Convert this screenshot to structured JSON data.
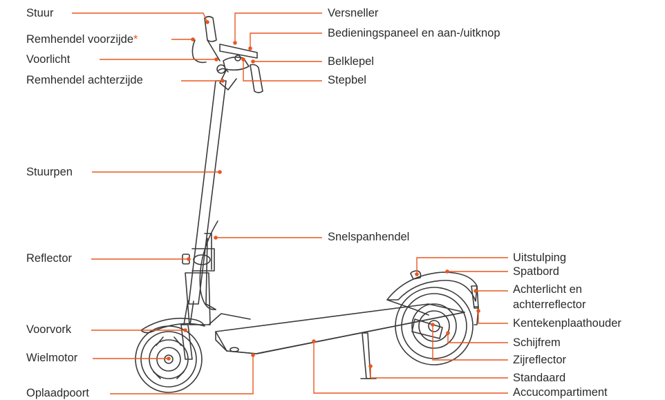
{
  "diagram": {
    "accent_color": "#e8571e",
    "line_color": "#3a3a3a",
    "labels": {
      "stuur": "Stuur",
      "remhendel_voorzijde": "Remhendel voorzijde",
      "remhendel_voorzijde_mark": "*",
      "voorlicht": "Voorlicht",
      "remhendel_achterzijde": "Remhendel achterzijde",
      "versneller": "Versneller",
      "bedieningspaneel": "Bedieningspaneel en aan-/uitknop",
      "belklepel": "Belklepel",
      "stepbel": "Stepbel",
      "stuurpen": "Stuurpen",
      "snelspanhendel": "Snelspanhendel",
      "reflector": "Reflector",
      "uitstulping": "Uitstulping",
      "spatbord": "Spatbord",
      "achterlicht_line1": "Achterlicht en",
      "achterlicht_line2": "achterreflector",
      "kentekenplaathouder": "Kentekenplaathouder",
      "schijfrem": "Schijfrem",
      "zijreflector": "Zijreflector",
      "standaard": "Standaard",
      "accucompartiment": "Accucompartiment",
      "voorvork": "Voorvork",
      "wielmotor": "Wielmotor",
      "oplaadpoort": "Oplaadpoort"
    }
  }
}
